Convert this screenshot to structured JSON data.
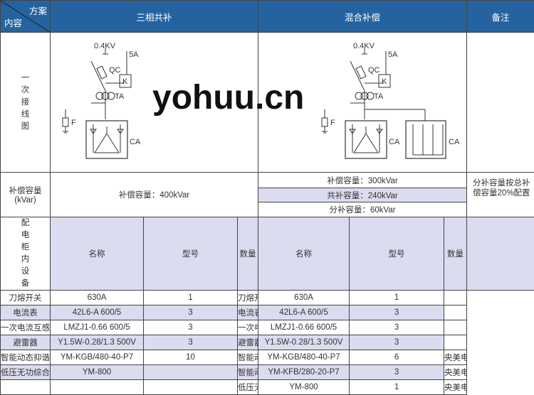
{
  "header": {
    "corner_top": "方案",
    "corner_bottom": "内容",
    "col1": "三相共补",
    "col2": "混合补偿",
    "col3": "备注"
  },
  "diagram_row": {
    "label": "一次接线图",
    "voltage": "0.4KV",
    "current": "5A",
    "switch": "QC",
    "controller": "K",
    "ct": "TA",
    "arrester": "F",
    "capacitor": "CA"
  },
  "capacity_row": {
    "label1": "补偿容量",
    "label2": "(kVar)",
    "left": "补偿容量：400kVar",
    "right": [
      "补偿容量：300kVar",
      "共补容量：240kVar",
      "分补容量：60kVar"
    ],
    "note": "分补容量按总补偿容量20%配置"
  },
  "equipment": {
    "label": "配电柜内设备",
    "headers": [
      "名称",
      "型号",
      "数量",
      "名称",
      "型号",
      "数量"
    ],
    "rows": [
      [
        "刀熔开关",
        "630A",
        "1",
        "刀熔开关",
        "630A",
        "1",
        ""
      ],
      [
        "电流表",
        "42L6-A 600/5",
        "3",
        "电流表",
        "42L6-A 600/5",
        "3",
        ""
      ],
      [
        "一次电流互感器",
        "LMZJ1-0.66 600/5",
        "3",
        "一次电流互感器",
        "LMZJ1-0.66 600/5",
        "3",
        ""
      ],
      [
        "避雷器",
        "Y1.5W-0.28/1.3 500V",
        "3",
        "避雷器",
        "Y1.5W-0.28/1.3 500V",
        "3",
        ""
      ],
      [
        "智能动态抑谐式电容器",
        "YM-KGB/480-40-P7",
        "10",
        "智能动态抑谐式电容器",
        "YM-KGB/480-40-P7",
        "6",
        "央美电气"
      ],
      [
        "低压无功综合测控仪",
        "YM-800",
        "",
        "智能动态抑谐式电容器",
        "YM-KFB/280-20-P7",
        "3",
        "央美电气"
      ],
      [
        "",
        "",
        "",
        "低压无功综合测控仪",
        "YM-800",
        "1",
        "央美电气"
      ]
    ]
  },
  "watermark": "yohuu.cn"
}
